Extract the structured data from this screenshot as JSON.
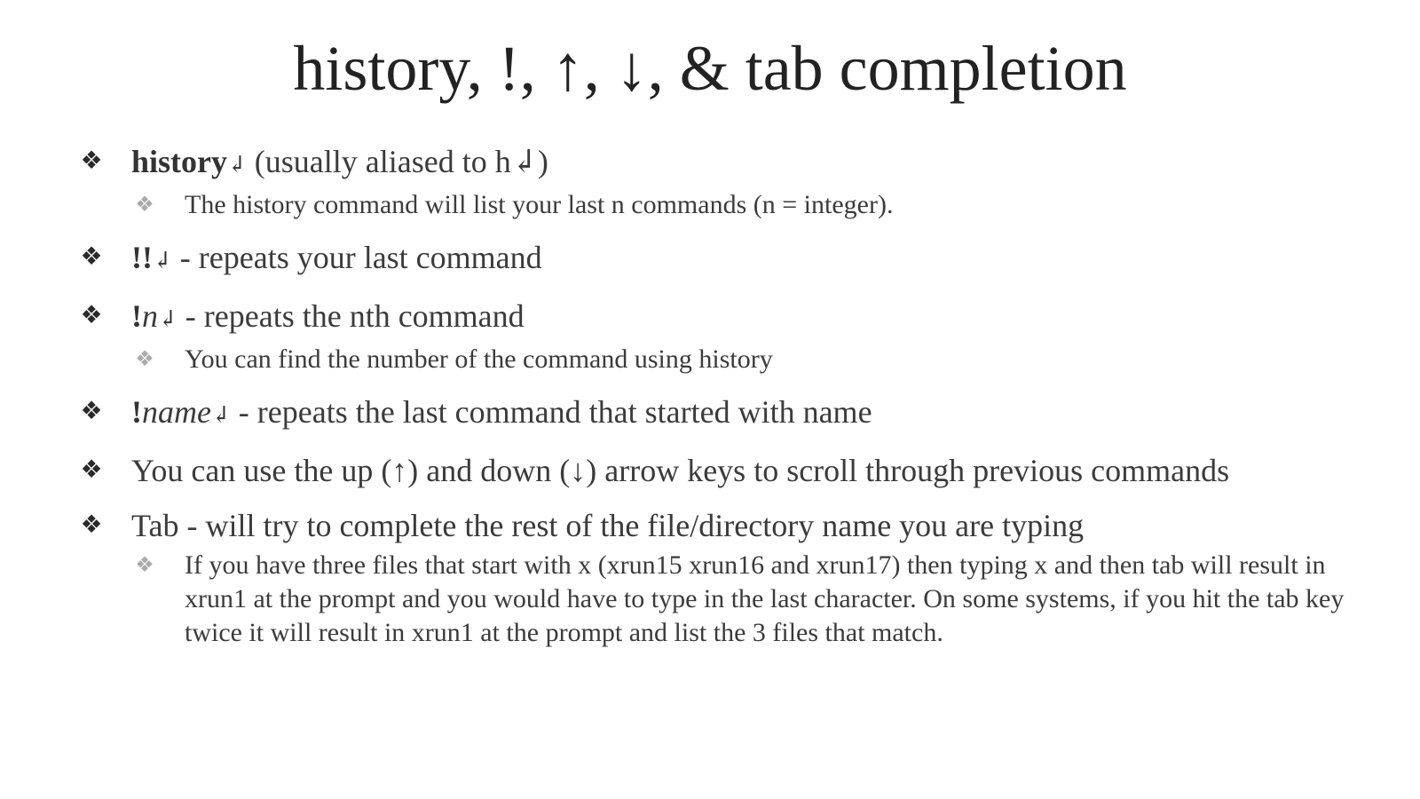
{
  "title": "history, !, ↑, ↓, & tab completion",
  "bullet_glyph": "❖",
  "items": [
    {
      "cmd": "history",
      "enter": "↲",
      "text": " (usually aliased to h↲)",
      "sub": [
        "The history command will list your last n commands (n = integer)."
      ]
    },
    {
      "cmd": "!!",
      "enter": "↲",
      "text": " - repeats your last command"
    },
    {
      "cmd": "!",
      "arg": "n",
      "enter": "↲",
      "text": " - repeats the nth command",
      "sub": [
        "You can find the number of the command using history"
      ]
    },
    {
      "cmd": "!",
      "arg": "name",
      "enter": "↲",
      "text": " - repeats the last command that started with name"
    },
    {
      "text": "You can use the up (↑) and down (↓) arrow keys to scroll through previous commands"
    },
    {
      "text": "Tab  - will try to complete the rest of the file/directory name you are typing",
      "sub": [
        "If you have three files that start with x (xrun15 xrun16 and xrun17)  then typing x and then tab will result in xrun1 at the prompt and you would have to type in the last character.  On some systems, if you hit the tab key twice it will result in xrun1 at the prompt and list the 3 files that match."
      ]
    }
  ]
}
